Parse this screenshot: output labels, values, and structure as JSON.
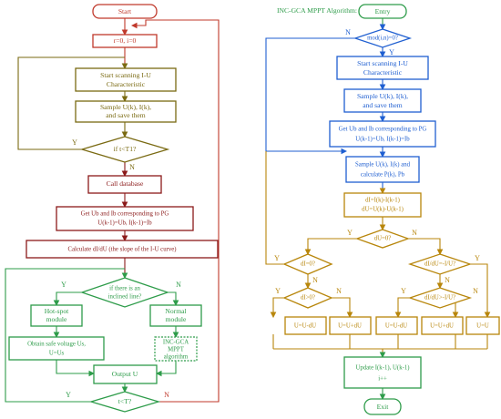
{
  "colors": {
    "red": "#c0392b",
    "darkred": "#8b1a1a",
    "olive": "#7a6a12",
    "green": "#2e9c4a",
    "blue": "#1f5fd1",
    "gold": "#b8860b"
  },
  "left": {
    "start": "Start",
    "init": "r=0, i=0",
    "scan1": "Start scanning I-U",
    "scan2": "Characteristic",
    "sample1": "Sample U(k), I(k),",
    "sample2": "and save them",
    "cond_t": "if  t<T1?",
    "call_db": "Call database",
    "get1": "Get Ub and Ib corresponding to PG",
    "get2": "U(k-1)=Ub, I(k-1)=Ib",
    "calc": "Calculate dI/dU (the slope of the I-U curve)",
    "incline1": "if there is an",
    "incline2": "inclined line?",
    "hotspot1": "Hot-spot",
    "hotspot2": "module",
    "normal1": "Normal",
    "normal2": "module",
    "safe1": "Obtain safe voltage Us,",
    "safe2": "U=Us",
    "incgca1": "INC-GCA",
    "incgca2": "MPPT",
    "incgca3": "algorithm",
    "output": "Output U",
    "cond_t2": "t<T?",
    "Y": "Y",
    "N": "N"
  },
  "right": {
    "title": "INC-GCA MPPT Algorithm:",
    "entry": "Entry",
    "mod": "mod(i,n)=0?",
    "scan1": "Start scanning I-U",
    "scan2": "Characteristic",
    "sample1": "Sample U(k), I(k),",
    "sample2": "and save them",
    "get1": "Get Ub and Ib corresponding to PG",
    "get2": "U(k-1)=Ub, I(k-1)=Ib",
    "sample3": "Sample U(k), I(k) and",
    "sample4": "calculate P(k), Pb",
    "diff1": "dI=I(k)-I(k-1)",
    "diff2": "dU=U(k)-U(k-1)",
    "du0": "dU=0?",
    "di0": "dI=0?",
    "didu_eq": "dI/dU=-I/U?",
    "di_gt": "dI>0?",
    "didu_gt": "dI/dU>-I/U?",
    "o1": "U=U-dU",
    "o2": "U=U+dU",
    "o3": "U=U-dU",
    "o4": "U=U+dU",
    "o5": "U=U",
    "update1": "Update I(k-1), U(k-1)",
    "update2": "i++",
    "exit": "Exit",
    "Y": "Y",
    "N": "N"
  }
}
